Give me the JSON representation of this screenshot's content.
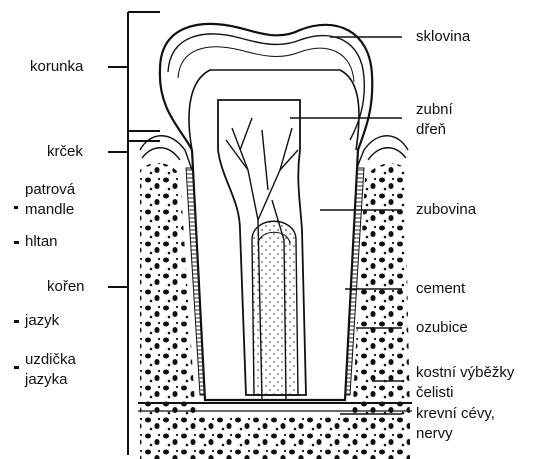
{
  "diagram": {
    "left_labels": {
      "korunka": "korunka",
      "krcek": "krček",
      "patrova_mandle_1": "patrová",
      "patrova_mandle_2": "mandle",
      "hltan": "hltan",
      "koren": "kořen",
      "jazyk": "jazyk",
      "uzdicka_1": "uzdička",
      "uzdicka_2": "jazyka"
    },
    "right_labels": {
      "sklovina": "sklovina",
      "zubni_dren_1": "zubní",
      "zubni_dren_2": "dřeň",
      "zubovina": "zubovina",
      "cement": "cement",
      "ozubice": "ozubice",
      "kostni_1": "kostní výběžky",
      "kostni_2": "čelisti",
      "krevni_1": "krevní cévy,",
      "krevni_2": "nervy"
    },
    "colors": {
      "ink": "#111111",
      "enamel": "#ffffff",
      "background": "#ffffff"
    }
  }
}
